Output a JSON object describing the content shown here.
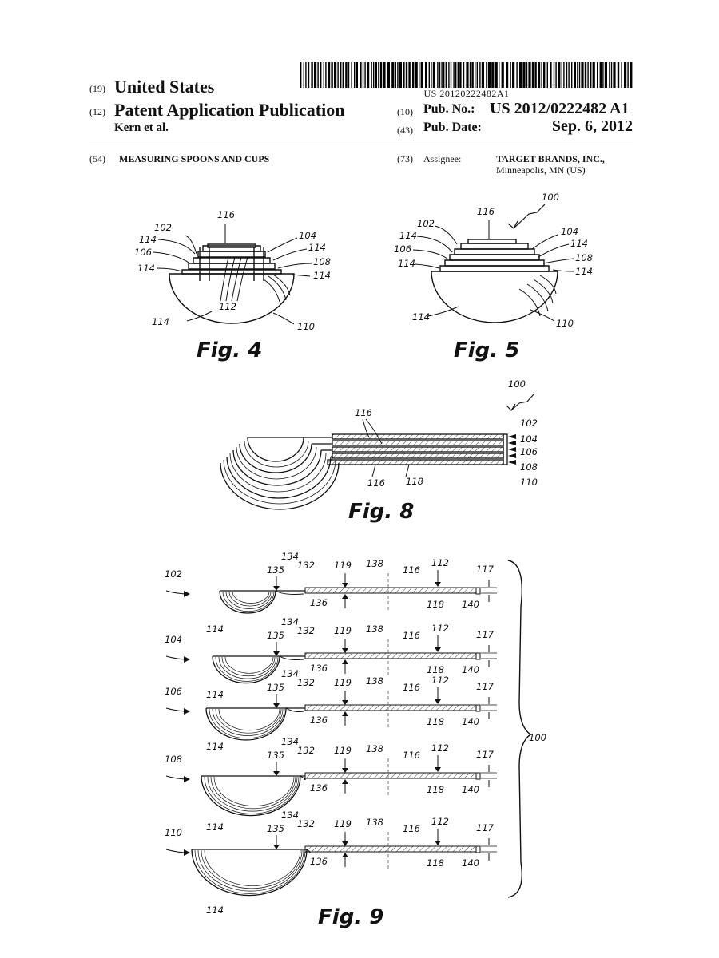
{
  "header": {
    "code_19": "(19)",
    "country": "United States",
    "code_12": "(12)",
    "pub_type": "Patent Application Publication",
    "inventor": "Kern et al.",
    "barcode_text": "US 20120222482A1",
    "code_10": "(10)",
    "pub_no_label": "Pub. No.:",
    "pub_no": "US 2012/0222482 A1",
    "code_43": "(43)",
    "pub_date_label": "Pub. Date:",
    "pub_date": "Sep. 6, 2012"
  },
  "biblio": {
    "code_54": "(54)",
    "title": "MEASURING SPOONS AND CUPS",
    "code_73": "(73)",
    "assignee_label": "Assignee:",
    "assignee_name": "TARGET BRANDS, INC.,",
    "assignee_location": "Minneapolis, MN (US)"
  },
  "figures": {
    "fig4": {
      "label": "Fig. 4",
      "refs": [
        "116",
        "102",
        "104",
        "114",
        "114",
        "106",
        "108",
        "114",
        "114",
        "112",
        "114",
        "110"
      ]
    },
    "fig5": {
      "label": "Fig. 5",
      "refs": [
        "100",
        "116",
        "102",
        "104",
        "114",
        "114",
        "106",
        "108",
        "114",
        "114",
        "114",
        "110"
      ]
    },
    "fig8": {
      "label": "Fig. 8",
      "refs": [
        "100",
        "116",
        "102",
        "104",
        "106",
        "108",
        "110",
        "116",
        "118"
      ]
    },
    "fig9": {
      "label": "Fig. 9",
      "assembly_ref": "100",
      "rows": [
        {
          "spoon": "102",
          "bowl": "114",
          "r135": "135",
          "r134": "134",
          "r132": "132",
          "r136": "136",
          "r119": "119",
          "r138": "138",
          "r116": "116",
          "r112": "112",
          "r117": "117",
          "r118": "118",
          "r140": "140"
        },
        {
          "spoon": "104",
          "bowl": "114",
          "r135": "135",
          "r134": "134",
          "r132": "132",
          "r136": "136",
          "r119": "119",
          "r138": "138",
          "r116": "116",
          "r112": "112",
          "r117": "117",
          "r118": "118",
          "r140": "140"
        },
        {
          "spoon": "106",
          "bowl": "114",
          "r135": "135",
          "r134": "134",
          "r132": "132",
          "r136": "136",
          "r119": "119",
          "r138": "138",
          "r116": "116",
          "r112": "112",
          "r117": "117",
          "r118": "118",
          "r140": "140"
        },
        {
          "spoon": "108",
          "bowl": "114",
          "r135": "135",
          "r134": "134",
          "r132": "132",
          "r136": "136",
          "r119": "119",
          "r138": "138",
          "r116": "116",
          "r112": "112",
          "r117": "117",
          "r118": "118",
          "r140": "140"
        },
        {
          "spoon": "110",
          "bowl": "114",
          "r135": "135",
          "r134": "134",
          "r132": "132",
          "r136": "136",
          "r119": "119",
          "r138": "138",
          "r116": "116",
          "r112": "112",
          "r117": "117",
          "r118": "118",
          "r140": "140"
        }
      ]
    }
  }
}
